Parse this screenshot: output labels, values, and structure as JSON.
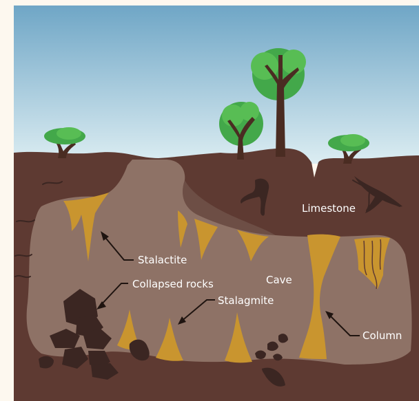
{
  "labels": {
    "limestone": "Limestone",
    "stalactite": "Stalactite",
    "collapsed_rocks": "Collapsed rocks",
    "cave": "Cave",
    "stalagmite": "Stalagmite",
    "column": "Column"
  },
  "colors": {
    "sky_top": "#6fa6c6",
    "sky_bottom": "#d7eaf0",
    "earth": "#5e3a32",
    "cave": "#8e7266",
    "mineral": "#c9952f",
    "rock": "#3b2622",
    "foliage": "#43a84a",
    "trunk": "#4a2c22"
  }
}
